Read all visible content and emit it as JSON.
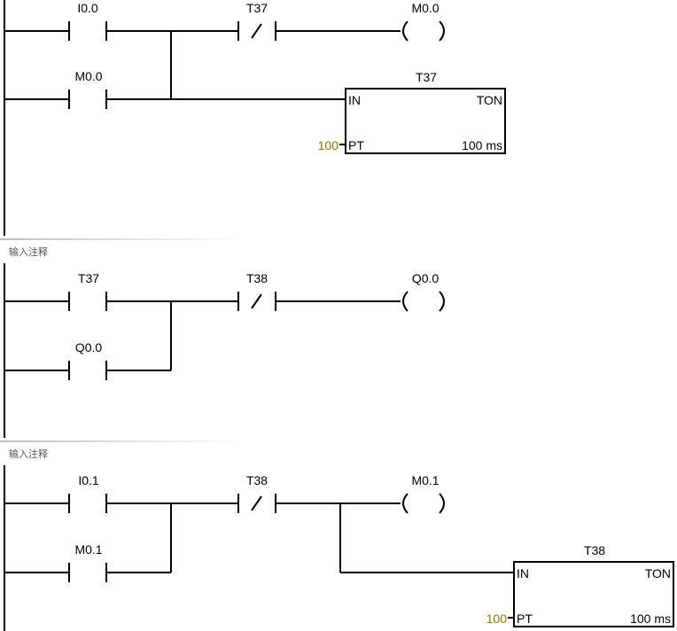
{
  "colors": {
    "wire": "#000000",
    "preset_value": "#808000",
    "comment": "#555555"
  },
  "networks": [
    {
      "comment": "",
      "contacts": [
        {
          "label": "I0.0",
          "type": "NO"
        },
        {
          "label": "M0.0",
          "type": "NO"
        },
        {
          "label": "T37",
          "type": "NC"
        }
      ],
      "coil": "M0.0",
      "timer": {
        "name": "T37",
        "in": "IN",
        "type": "TON",
        "pt_label": "PT",
        "pt_value": "100",
        "base": "100 ms"
      }
    },
    {
      "comment": "输入注释",
      "contacts": [
        {
          "label": "T37",
          "type": "NO"
        },
        {
          "label": "Q0.0",
          "type": "NO"
        },
        {
          "label": "T38",
          "type": "NC"
        }
      ],
      "coil": "Q0.0"
    },
    {
      "comment": "输入注释",
      "contacts": [
        {
          "label": "I0.1",
          "type": "NO"
        },
        {
          "label": "M0.1",
          "type": "NO"
        },
        {
          "label": "T38",
          "type": "NC"
        }
      ],
      "coil": "M0.1",
      "timer": {
        "name": "T38",
        "in": "IN",
        "type": "TON",
        "pt_label": "PT",
        "pt_value": "100",
        "base": "100 ms"
      }
    }
  ]
}
